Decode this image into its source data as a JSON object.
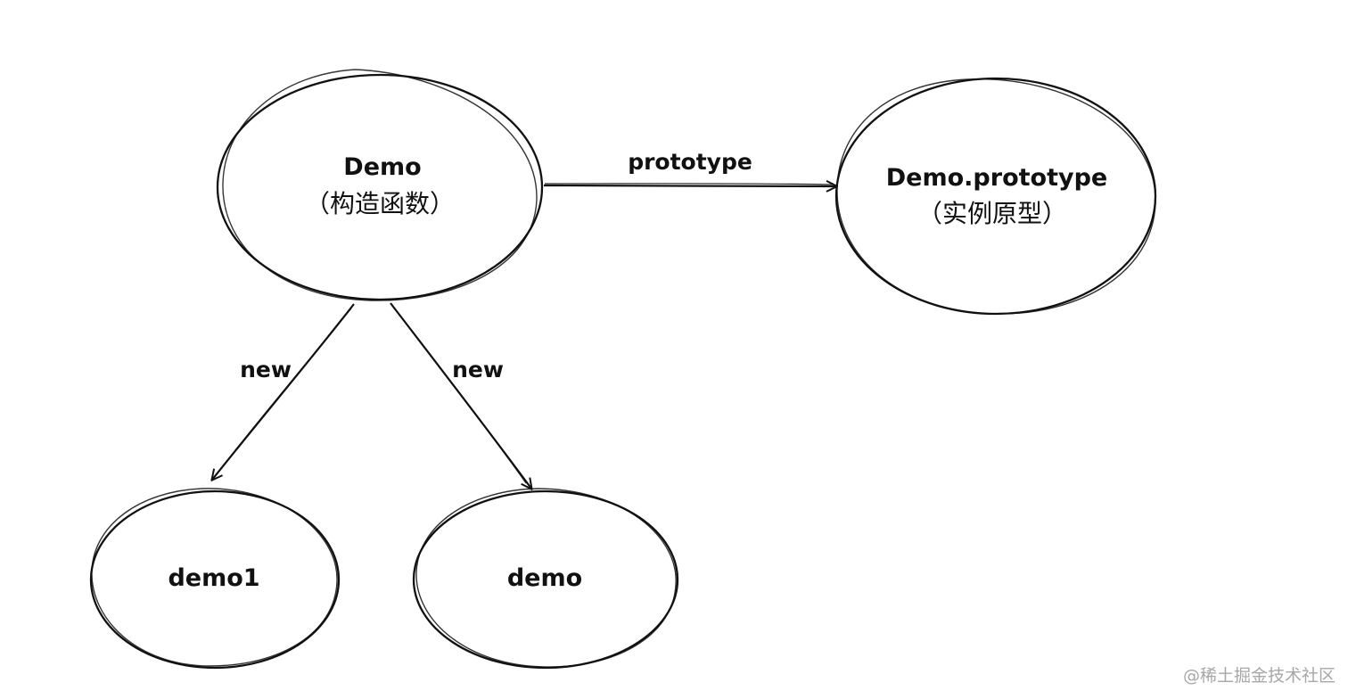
{
  "diagram": {
    "nodes": {
      "demo_constructor": {
        "title": "Demo",
        "subtitle": "（构造函数）"
      },
      "demo_prototype": {
        "title": "Demo.prototype",
        "subtitle": "（实例原型）"
      },
      "demo1_instance": {
        "title": "demo1"
      },
      "demo_instance": {
        "title": "demo"
      }
    },
    "edges": {
      "prototype": {
        "label": "prototype"
      },
      "new_left": {
        "label": "new"
      },
      "new_right": {
        "label": "new"
      }
    }
  },
  "watermark": "@稀土掘金技术社区"
}
